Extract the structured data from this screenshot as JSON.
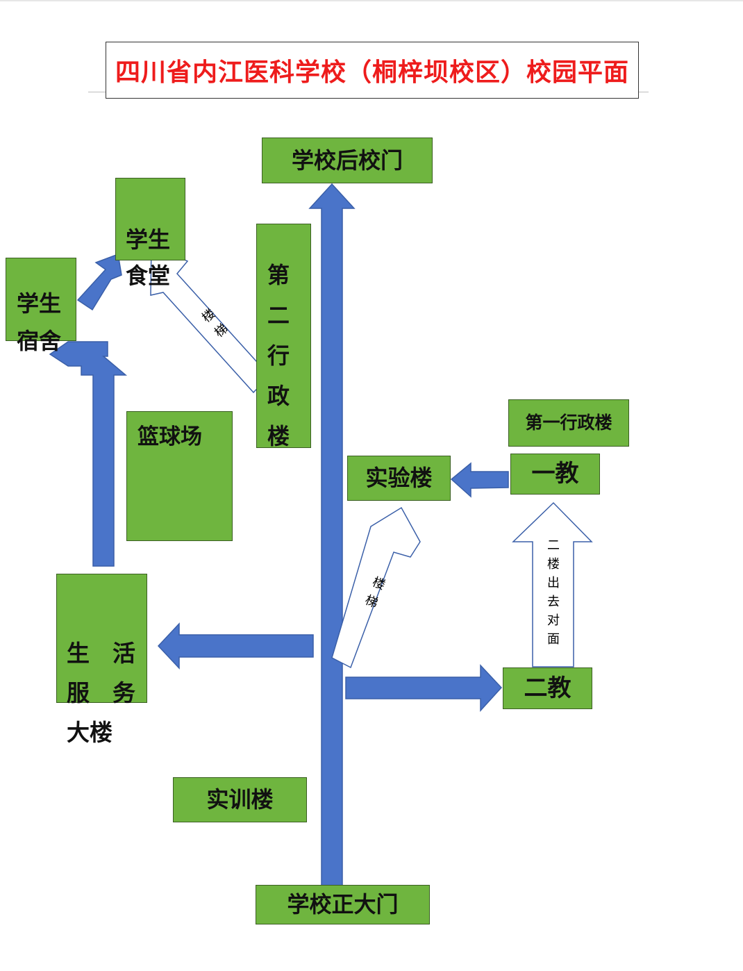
{
  "title": "四川省内江医科学校（桐梓坝校区）校园平面",
  "buildings": {
    "back_gate": "学校后校门",
    "canteen": "学生\n食堂",
    "dormitory": "学生\n宿舍",
    "admin2": "第\n二\n行\n政\n楼",
    "admin1": "第一行政楼",
    "basketball": "篮球场",
    "lab": "实验楼",
    "teach1": "一教",
    "service": "生　活\n服　务\n大楼",
    "teach2": "二教",
    "training": "实训楼",
    "main_gate": "学校正大门"
  },
  "labels": {
    "stairs_upper": "楼梯",
    "stairs_lower": "楼梯",
    "second_floor": "二楼出去对面"
  },
  "colors": {
    "title": "#ee1c1c",
    "building": "#6fb53f",
    "road_arrow": "#4a74c9"
  }
}
